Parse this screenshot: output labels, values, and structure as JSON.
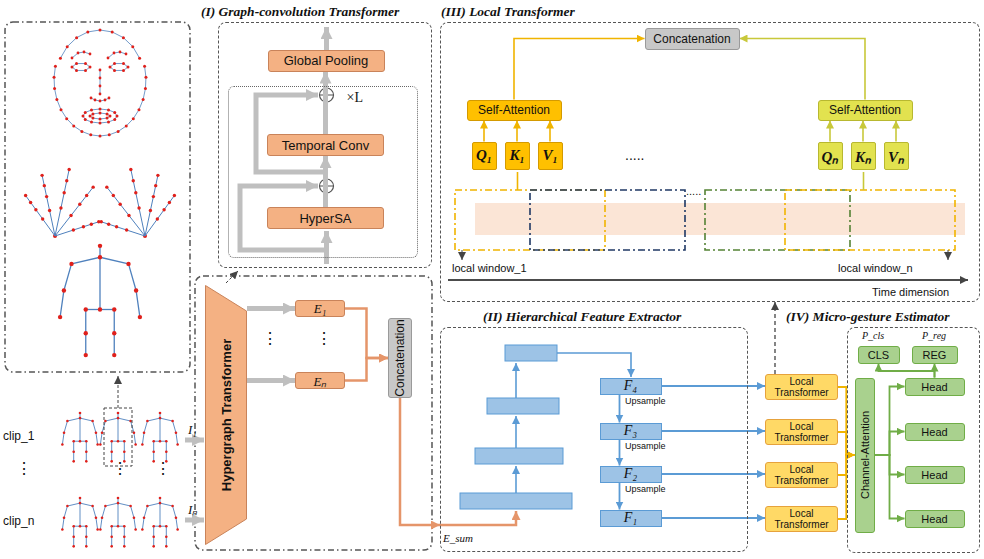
{
  "diagram": {
    "nodes": [
      {
        "text": [
          "(I) Graph-convolution Transformer"
        ]
      },
      {
        "text": [
          "Global Pooling"
        ],
        "in": 0
      },
      {
        "text": [
          "×L"
        ],
        "in": 0
      },
      {
        "text": [
          "Temporal Conv"
        ],
        "in": 2
      },
      {
        "text": [
          "HyperSA"
        ],
        "in": 2
      },
      {
        "text": [
          "Hypergraph Transformer"
        ]
      },
      {
        "text": [
          "E₁"
        ]
      },
      {
        "text": [
          "Eₙ"
        ]
      },
      {
        "text": [
          "Concatenation"
        ]
      },
      {
        "text": [
          "(III) Local Transformer"
        ]
      },
      {
        "text": [
          "Concatenation"
        ],
        "in": 9
      },
      {
        "text": [
          "Self-Attention"
        ],
        "in": 9
      },
      {
        "text": [
          "Self-Attention"
        ],
        "in": 9
      },
      {
        "text": [
          "Q₁"
        ],
        "in": 9
      },
      {
        "text": [
          "K₁"
        ],
        "in": 9
      },
      {
        "text": [
          "V₁"
        ],
        "in": 9
      },
      {
        "text": [
          "Qₙ"
        ],
        "in": 9
      },
      {
        "text": [
          "Kₙ"
        ],
        "in": 9
      },
      {
        "text": [
          "Vₙ"
        ],
        "in": 9
      },
      {
        "text": [
          "(II) Hierarchical Feature Extractor"
        ]
      },
      {
        "text": [
          "F₄"
        ],
        "in": 19
      },
      {
        "text": [
          "F₃"
        ],
        "in": 19
      },
      {
        "text": [
          "F₂"
        ],
        "in": 19
      },
      {
        "text": [
          "F₁"
        ],
        "in": 19
      },
      {
        "text": [
          "Local Transformer"
        ]
      },
      {
        "text": [
          "Local Transformer"
        ]
      },
      {
        "text": [
          "Local Transformer"
        ]
      },
      {
        "text": [
          "Local Transformer"
        ]
      },
      {
        "text": [
          "(IV) Micro-gesture Estimator"
        ]
      },
      {
        "text": [
          "CLS"
        ],
        "in": 28
      },
      {
        "text": [
          "REG"
        ],
        "in": 28
      },
      {
        "text": [
          "Channel-Attention"
        ],
        "in": 28
      },
      {
        "text": [
          "Head"
        ],
        "in": 28
      },
      {
        "text": [
          "Head"
        ],
        "in": 28
      },
      {
        "text": [
          "Head"
        ],
        "in": 28
      },
      {
        "text": [
          "Head"
        ],
        "in": 28
      }
    ],
    "edges": [
      {
        "from": 4,
        "to": 3,
        "arrow": "to"
      },
      {
        "from": 3,
        "to": 1,
        "arrow": "to"
      },
      {
        "from": 5,
        "to": 6,
        "arrow": "to"
      },
      {
        "from": 5,
        "to": 7,
        "arrow": "to"
      },
      {
        "from": 6,
        "to": 8,
        "arrow": "to"
      },
      {
        "from": 7,
        "to": 8,
        "arrow": "to"
      },
      {
        "from": 8,
        "to": 19,
        "arrow": "to"
      },
      {
        "from": 20,
        "to": 21,
        "arrow": "to"
      },
      {
        "from": 21,
        "to": 22,
        "arrow": "to"
      },
      {
        "from": 22,
        "to": 23,
        "arrow": "to"
      },
      {
        "from": 20,
        "to": 24,
        "arrow": "to"
      },
      {
        "from": 21,
        "to": 25,
        "arrow": "to"
      },
      {
        "from": 22,
        "to": 26,
        "arrow": "to"
      },
      {
        "from": 23,
        "to": 27,
        "arrow": "to"
      },
      {
        "from": 24,
        "to": 9,
        "arrow": "to"
      },
      {
        "from": 24,
        "to": 31,
        "arrow": "to"
      },
      {
        "from": 25,
        "to": 31,
        "arrow": "to"
      },
      {
        "from": 26,
        "to": 31,
        "arrow": "to"
      },
      {
        "from": 27,
        "to": 31,
        "arrow": "to"
      },
      {
        "from": 31,
        "to": 32,
        "arrow": "to"
      },
      {
        "from": 31,
        "to": 33,
        "arrow": "to"
      },
      {
        "from": 31,
        "to": 34,
        "arrow": "to"
      },
      {
        "from": 31,
        "to": 35,
        "arrow": "to"
      },
      {
        "from": 32,
        "to": 29,
        "arrow": "to"
      },
      {
        "from": 32,
        "to": 30,
        "arrow": "to"
      },
      {
        "from": 13,
        "to": 11,
        "arrow": "to"
      },
      {
        "from": 14,
        "to": 11,
        "arrow": "to"
      },
      {
        "from": 15,
        "to": 11,
        "arrow": "to"
      },
      {
        "from": 16,
        "to": 12,
        "arrow": "to"
      },
      {
        "from": 17,
        "to": 12,
        "arrow": "to"
      },
      {
        "from": 18,
        "to": 12,
        "arrow": "to"
      },
      {
        "from": 11,
        "to": 10,
        "arrow": "to"
      },
      {
        "from": 12,
        "to": 10,
        "arrow": "to"
      }
    ],
    "labels": [
      "clip_1",
      "clip_n",
      "I₁",
      "Iₙ",
      "⋮",
      "⋮",
      "⋮",
      "⋮",
      "⋮",
      ".....",
      ".....",
      "local window_1",
      "local window_n",
      "Time dimension",
      "Upsample",
      "Upsample",
      "Upsample",
      "E_sum",
      "P_cls",
      "P_reg"
    ]
  }
}
